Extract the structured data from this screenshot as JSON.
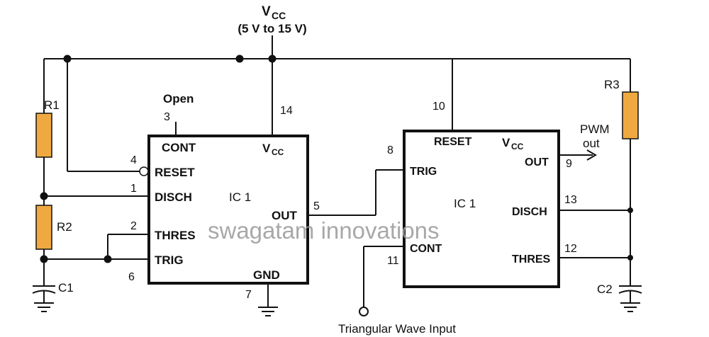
{
  "supply": {
    "label": "V",
    "label_sub": "CC",
    "range": "(5 V to 15 V)"
  },
  "colors": {
    "resistor": "#f0a941",
    "wire": "#111111",
    "watermark": "#9a9a9a"
  },
  "resistors": {
    "r1": "R1",
    "r2": "R2",
    "r3": "R3"
  },
  "capacitors": {
    "c1": "C1",
    "c2": "C2"
  },
  "ic_left": {
    "name": "IC 1",
    "cont": "CONT",
    "reset": "RESET",
    "disch": "DISCH",
    "thres": "THRES",
    "trig": "TRIG",
    "vcc": "V",
    "vcc_sub": "CC",
    "out": "OUT",
    "gnd": "GND",
    "open_label": "Open",
    "pins": {
      "cont": "3",
      "vcc": "14",
      "reset": "4",
      "disch": "1",
      "thres": "2",
      "trig": "6",
      "out": "5",
      "gnd": "7"
    }
  },
  "ic_right": {
    "name": "IC 1",
    "reset": "RESET",
    "vcc": "V",
    "vcc_sub": "CC",
    "trig": "TRIG",
    "out": "OUT",
    "disch": "DISCH",
    "cont": "CONT",
    "thres": "THRES",
    "pins": {
      "reset": "10",
      "trig": "8",
      "out": "9",
      "disch": "13",
      "cont": "11",
      "thres": "12"
    }
  },
  "pwm_out": {
    "line1": "PWM",
    "line2": "out"
  },
  "input_label": "Triangular Wave Input",
  "watermark": "swagatam innovations"
}
